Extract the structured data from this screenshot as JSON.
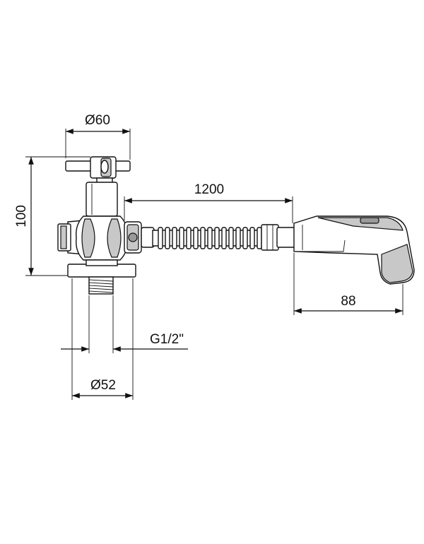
{
  "dimensions": {
    "top_diameter": "Ø60",
    "height": "100",
    "hose_length": "1200",
    "handset_length": "88",
    "thread": "G1/2\"",
    "base_diameter": "Ø52"
  }
}
